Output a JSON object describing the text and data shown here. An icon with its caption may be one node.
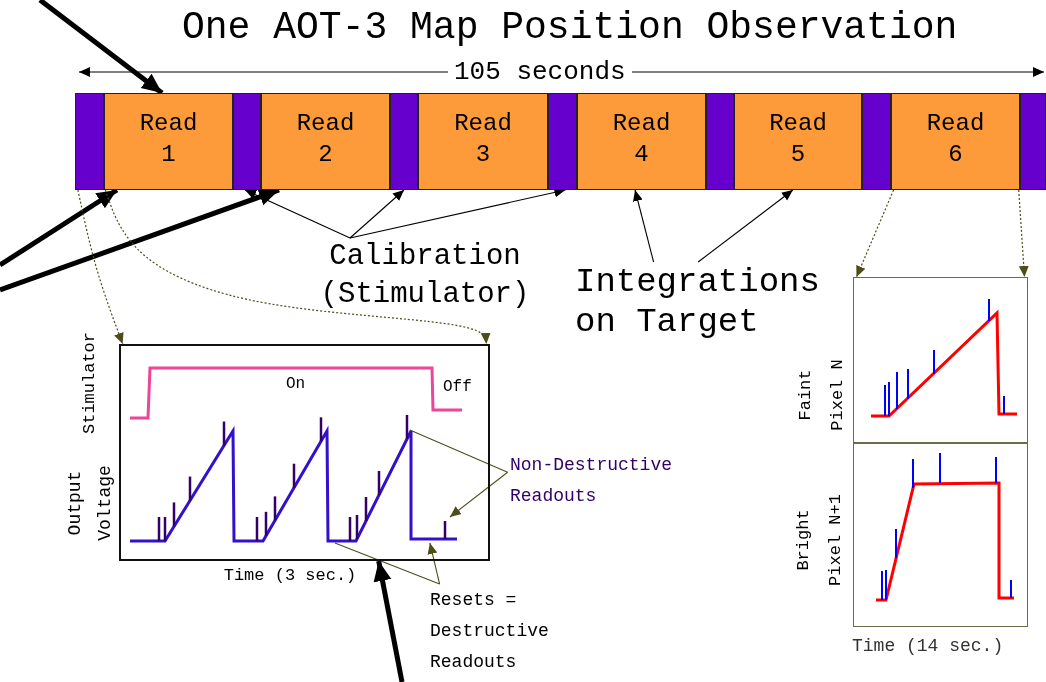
{
  "diagram": {
    "title": "One AOT-3 Map Position Observation",
    "nodes": [
      {
        "text": [],
        "shape": "bar"
      },
      {
        "text": [
          "Read 1"
        ]
      },
      {
        "text": [],
        "shape": "bar"
      },
      {
        "text": [
          "Read 2"
        ]
      },
      {
        "text": [],
        "shape": "bar"
      },
      {
        "text": [
          "Read 3"
        ]
      },
      {
        "text": [],
        "shape": "bar"
      },
      {
        "text": [
          "Read 4"
        ]
      },
      {
        "text": [],
        "shape": "bar"
      },
      {
        "text": [
          "Read 5"
        ]
      },
      {
        "text": [],
        "shape": "bar"
      },
      {
        "text": [
          "Read 6"
        ]
      },
      {
        "text": [],
        "shape": "bar"
      },
      {
        "text": [
          "Calibration (Stimulator)"
        ]
      },
      {
        "text": [
          "Integrations on Target"
        ]
      },
      {
        "text": [
          "On",
          "Off"
        ],
        "beside": [
          "Stimulator",
          "Output Voltage",
          "Time (3 sec.)"
        ]
      },
      {
        "text": [
          "Non-Destructive Readouts"
        ]
      },
      {
        "text": [
          "Resets = Destructive Readouts"
        ]
      },
      {
        "text": [],
        "shape": "box",
        "beside": [
          "Faint Pixel N"
        ]
      },
      {
        "text": [],
        "shape": "box",
        "beside": [
          "Bright Pixel N+1"
        ]
      }
    ],
    "edges": [
      {
        "from": null,
        "to": 1,
        "arrow": "to",
        "style": "thick"
      },
      {
        "from": null,
        "to": 1,
        "arrow": "to",
        "style": "thick"
      },
      {
        "from": null,
        "to": 3,
        "arrow": "to",
        "style": "thick"
      },
      {
        "from": null,
        "to": 15,
        "arrow": "to",
        "style": "thick"
      },
      {
        "from": 13,
        "to": 2,
        "arrow": "to"
      },
      {
        "from": 13,
        "to": 4,
        "arrow": "to"
      },
      {
        "from": 13,
        "to": 6,
        "arrow": "to"
      },
      {
        "from": 14,
        "to": 7,
        "arrow": "to"
      },
      {
        "from": 14,
        "to": 9,
        "arrow": "to"
      },
      {
        "from": 0,
        "to": 15,
        "arrow": "to",
        "style": "dashed",
        "color": "#4d4d1a"
      },
      {
        "from": 1,
        "to": 15,
        "arrow": "to",
        "style": "dashed",
        "color": "#4d4d1a"
      },
      {
        "from": 11,
        "to": 18,
        "arrow": "to",
        "style": "dashed",
        "color": "#4d4d1a"
      },
      {
        "from": 11,
        "to": 18,
        "arrow": "to",
        "style": "dashed",
        "color": "#4d4d1a"
      },
      {
        "from": 16,
        "to": 15,
        "arrow": "none",
        "color": "#4d4d1a"
      },
      {
        "from": 16,
        "to": 15,
        "arrow": "to",
        "color": "#4d4d1a"
      },
      {
        "from": 17,
        "to": 15,
        "arrow": "none",
        "color": "#4d4d1a"
      },
      {
        "from": 17,
        "to": 15,
        "arrow": "to",
        "color": "#4d4d1a"
      }
    ],
    "labels": [
      "105 seconds",
      "Time (14 sec.)"
    ]
  }
}
